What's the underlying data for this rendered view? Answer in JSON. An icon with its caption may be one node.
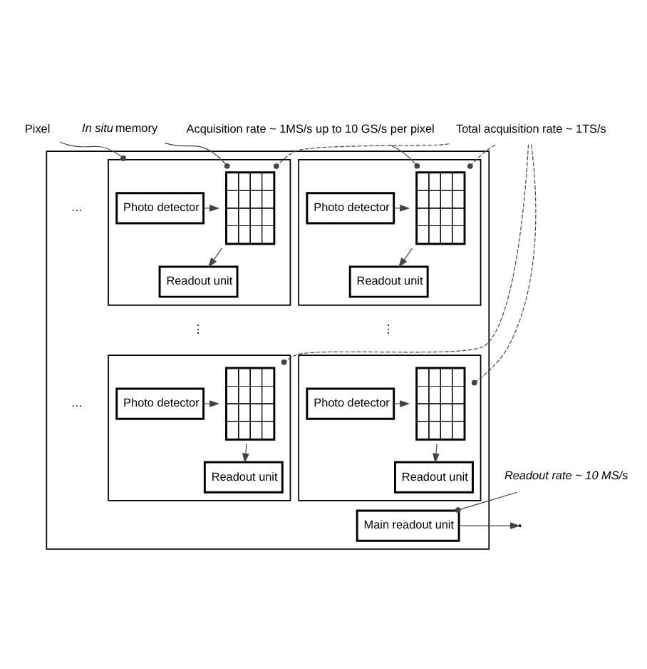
{
  "diagram": {
    "nodes": [
      {
        "text": [
          "Pixel"
        ]
      },
      {
        "text": [
          "*In situ* memory"
        ]
      },
      {
        "text": [
          "Acquisition rate ~ 1MS/s up to 10 GS/s per pixel"
        ]
      },
      {
        "text": [
          "Total acquisition rate ~ 1TS/s"
        ]
      },
      {
        "text": [
          "Readout rate ~ 10 MS/s"
        ]
      },
      {
        "text": [],
        "shape": "box"
      },
      {
        "text": [],
        "shape": "box",
        "in": 5
      },
      {
        "text": [
          "Photo detector"
        ],
        "in": 6
      },
      {
        "text": [],
        "shape": "grid",
        "in": 6
      },
      {
        "text": [
          "Readout unit"
        ],
        "in": 6
      },
      {
        "text": [],
        "shape": "box",
        "in": 5
      },
      {
        "text": [
          "Photo detector"
        ],
        "in": 10
      },
      {
        "text": [],
        "shape": "grid",
        "in": 10
      },
      {
        "text": [
          "Readout unit"
        ],
        "in": 10
      },
      {
        "text": [],
        "shape": "box",
        "in": 5
      },
      {
        "text": [
          "Photo detector"
        ],
        "in": 14
      },
      {
        "text": [],
        "shape": "grid",
        "in": 14
      },
      {
        "text": [
          "Readout unit"
        ],
        "in": 14
      },
      {
        "text": [],
        "shape": "box",
        "in": 5
      },
      {
        "text": [
          "Photo detector"
        ],
        "in": 18
      },
      {
        "text": [],
        "shape": "grid",
        "in": 18
      },
      {
        "text": [
          "Readout unit"
        ],
        "in": 18
      },
      {
        "text": [
          "Main readout unit"
        ],
        "in": 5
      }
    ],
    "edges": [
      {
        "from": 0,
        "to": 6,
        "arrow": "other"
      },
      {
        "from": 1,
        "to": 8,
        "arrow": "other"
      },
      {
        "from": 2,
        "to": 12,
        "arrow": "other"
      },
      {
        "from": 3,
        "to": 8,
        "arrow": "other",
        "style": "dashed"
      },
      {
        "from": 3,
        "to": 12,
        "arrow": "other",
        "style": "dashed"
      },
      {
        "from": 3,
        "to": 16,
        "arrow": "other",
        "style": "dashed"
      },
      {
        "from": 3,
        "to": 20,
        "arrow": "other",
        "style": "dashed"
      },
      {
        "from": 4,
        "to": 22,
        "arrow": "other"
      },
      {
        "from": 7,
        "to": 8,
        "arrow": "to"
      },
      {
        "from": 8,
        "to": 9,
        "arrow": "to"
      },
      {
        "from": 11,
        "to": 12,
        "arrow": "to"
      },
      {
        "from": 12,
        "to": 13,
        "arrow": "to"
      },
      {
        "from": 15,
        "to": 16,
        "arrow": "to"
      },
      {
        "from": 16,
        "to": 17,
        "arrow": "to"
      },
      {
        "from": 19,
        "to": 20,
        "arrow": "to"
      },
      {
        "from": 20,
        "to": 21,
        "arrow": "to"
      },
      {
        "from": 22,
        "to": null,
        "arrow": "to"
      }
    ],
    "labels": [
      "…",
      "⋮",
      "⋮",
      "…"
    ]
  }
}
